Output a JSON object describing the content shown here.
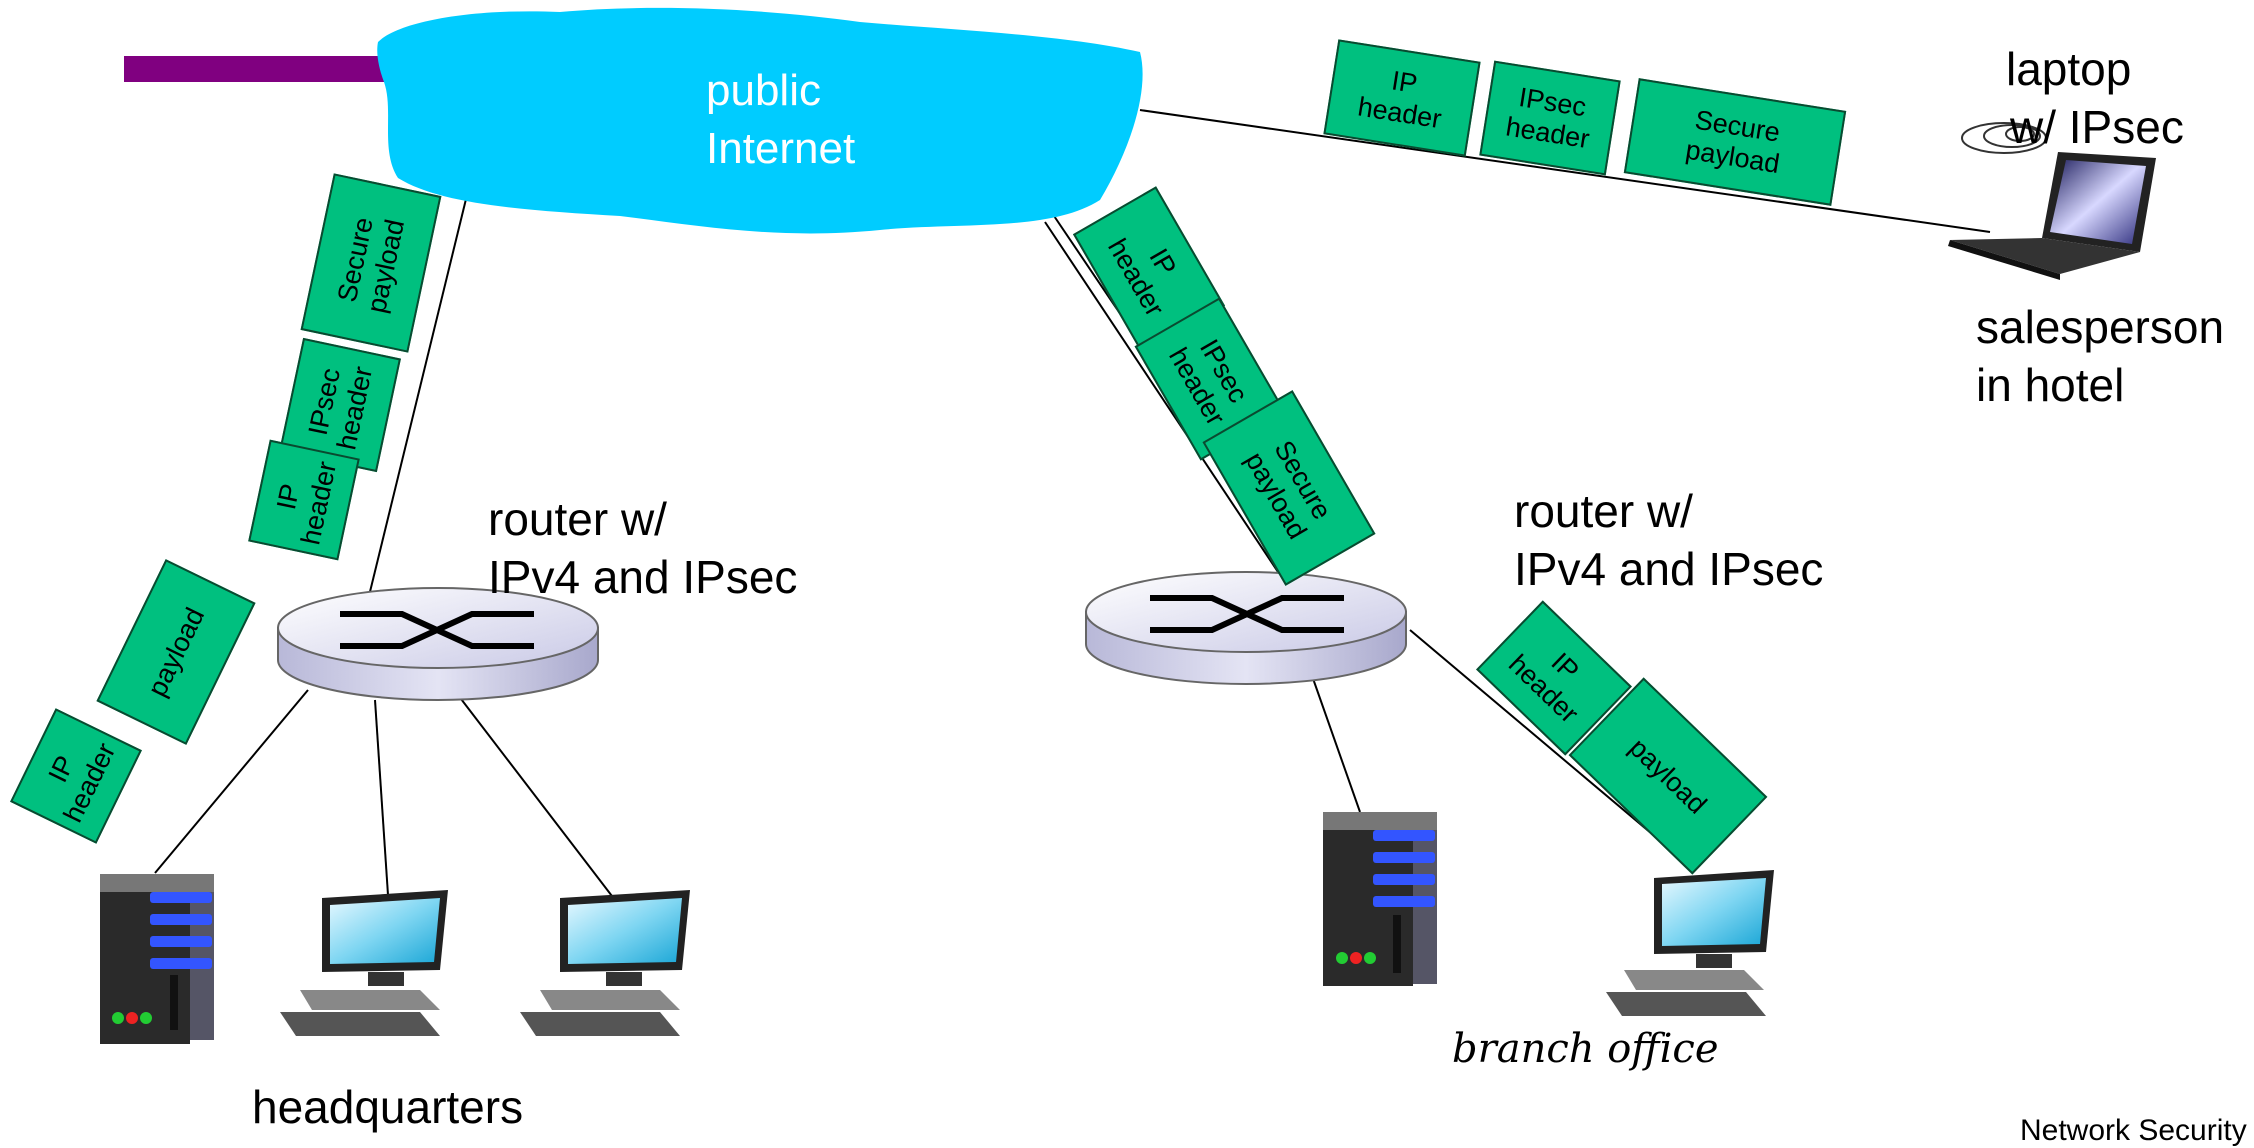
{
  "cloud": {
    "line1": "public",
    "line2": "Internet",
    "color": "#00ccff"
  },
  "routers": [
    {
      "label_line1": "router w/",
      "label_line2": "IPv4 and IPsec"
    },
    {
      "label_line1": "router w/",
      "label_line2": "IPv4 and IPsec"
    }
  ],
  "laptop": {
    "label_line1": "laptop",
    "label_line2": "w/ IPsec"
  },
  "salesperson": {
    "line1": "salesperson",
    "line2": "in hotel"
  },
  "headquarters": "headquarters",
  "branch_office": "branch office",
  "footer": "Network Security",
  "packets": {
    "hq_ipsec": [
      "Secure\npayload",
      "IPsec\nheader",
      "IP\nheader"
    ],
    "hq_plain": [
      "payload",
      "IP\nheader"
    ],
    "laptop_ipsec": [
      "IP\nheader",
      "IPsec\nheader",
      "Secure\npayload"
    ],
    "branch_ipsec": [
      "IP\nheader",
      "IPsec\nheader",
      "Secure\npayload"
    ],
    "branch_plain": [
      "IP\nheader",
      "payload"
    ]
  },
  "colors": {
    "packet": "#00c07f",
    "link_bar": "#800080",
    "cloud": "#00ccff"
  }
}
